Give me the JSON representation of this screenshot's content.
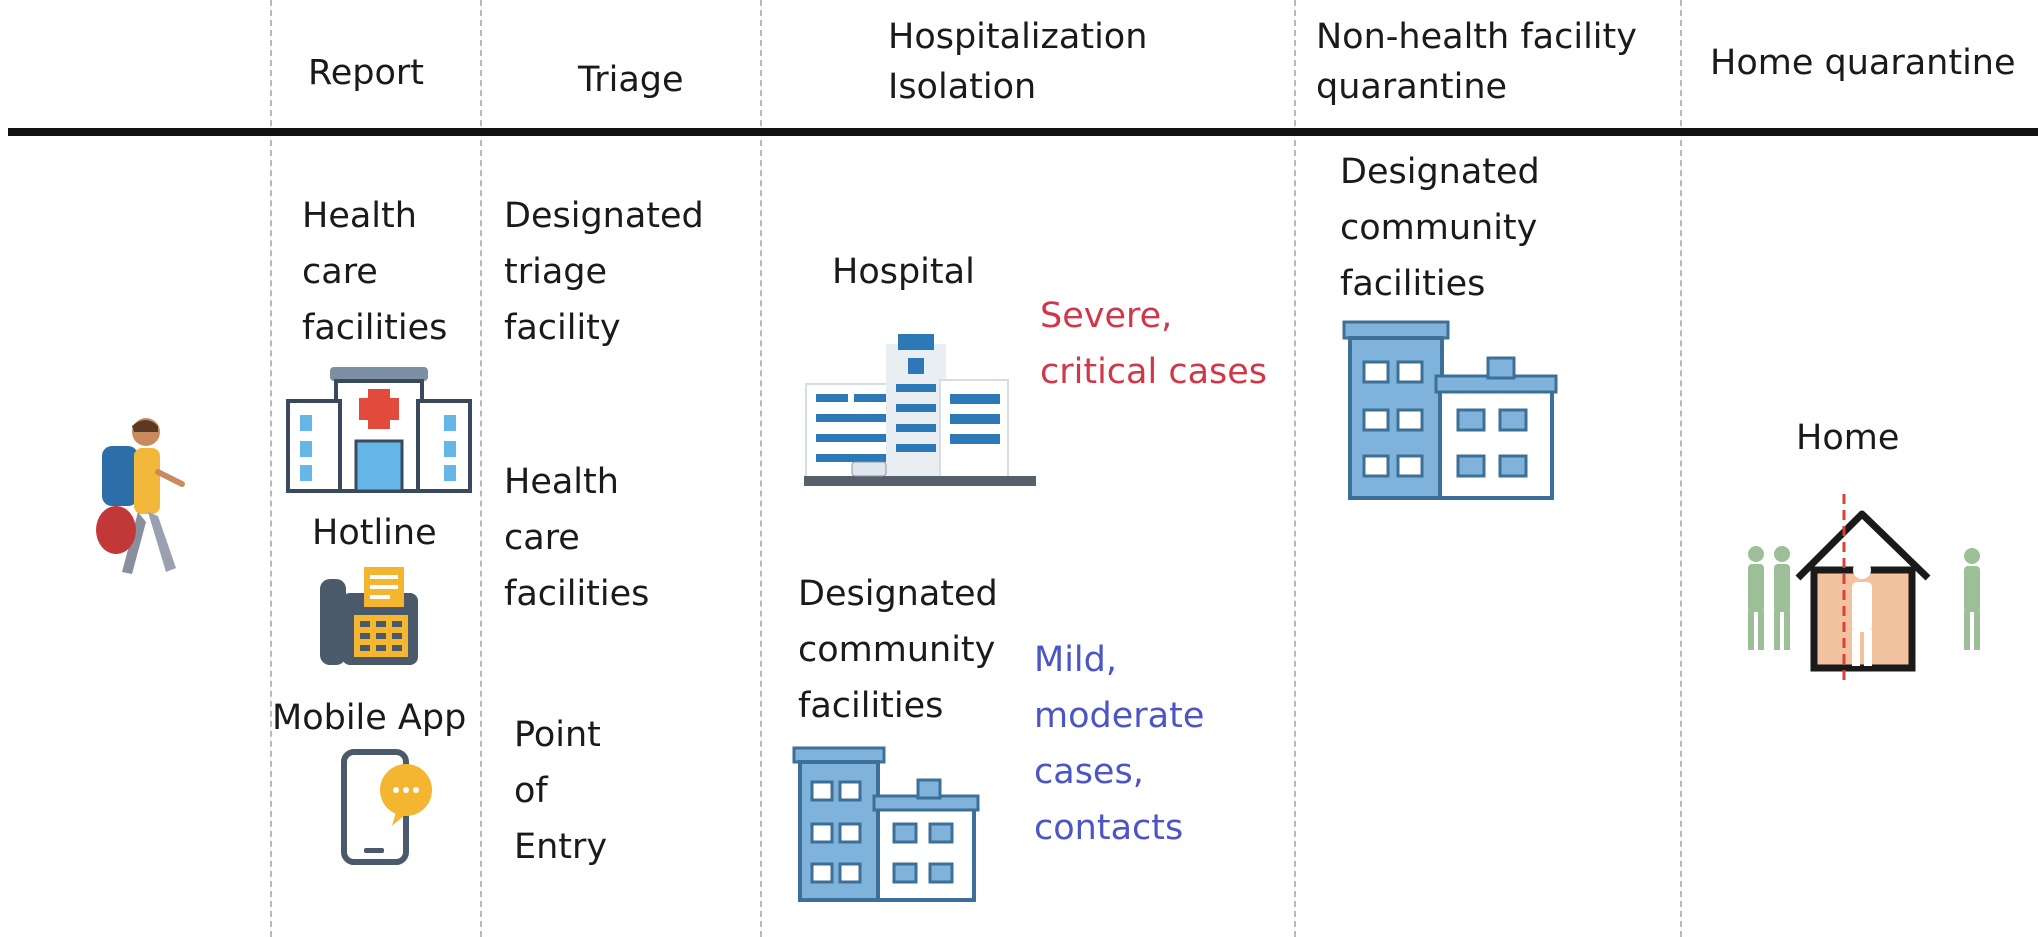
{
  "headers": {
    "report": "Report",
    "triage": "Triage",
    "hospitalization": [
      "Hospitalization",
      "Isolation"
    ],
    "non_health": [
      "Non-health facility",
      "quarantine"
    ],
    "home_quarantine": "Home quarantine"
  },
  "report_col": {
    "health_care": [
      "Health",
      "care",
      "facilities"
    ],
    "hotline": "Hotline",
    "mobile_app": "Mobile App"
  },
  "triage_col": {
    "designated": [
      "Designated",
      "triage",
      "facility"
    ],
    "health_care": [
      "Health",
      "care",
      "facilities"
    ],
    "poe": [
      "Point",
      "of",
      "Entry"
    ]
  },
  "hosp_col": {
    "hospital": "Hospital",
    "severe": [
      "Severe,",
      "critical cases"
    ],
    "designated": [
      "Designated",
      "community",
      "facilities"
    ],
    "mild": [
      "Mild,",
      "moderate",
      "cases,",
      "contacts"
    ]
  },
  "nonhealth_col": {
    "designated": [
      "Designated",
      "community",
      "facilities"
    ]
  },
  "home_col": {
    "home": "Home"
  },
  "colors": {
    "severe": "#d0384a",
    "mild": "#4b55c4",
    "building": "#7fb3db",
    "building_dark": "#3e6f96"
  }
}
